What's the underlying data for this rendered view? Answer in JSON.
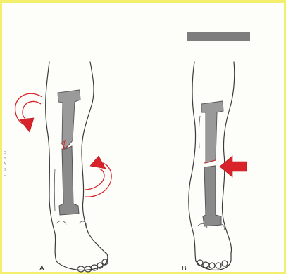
{
  "figure": {
    "panels": [
      {
        "label": "A",
        "arrow": "rotation-arrows"
      },
      {
        "label": "B",
        "arrow": "lateral-push-arrow"
      }
    ],
    "side_text": [
      "D",
      "B",
      "A",
      "B",
      "E"
    ],
    "colors": {
      "border": "#f3ee6c",
      "arrow": "#d8232a",
      "bone": "#9a9a9a",
      "redaction": "#7d7d7d"
    }
  }
}
